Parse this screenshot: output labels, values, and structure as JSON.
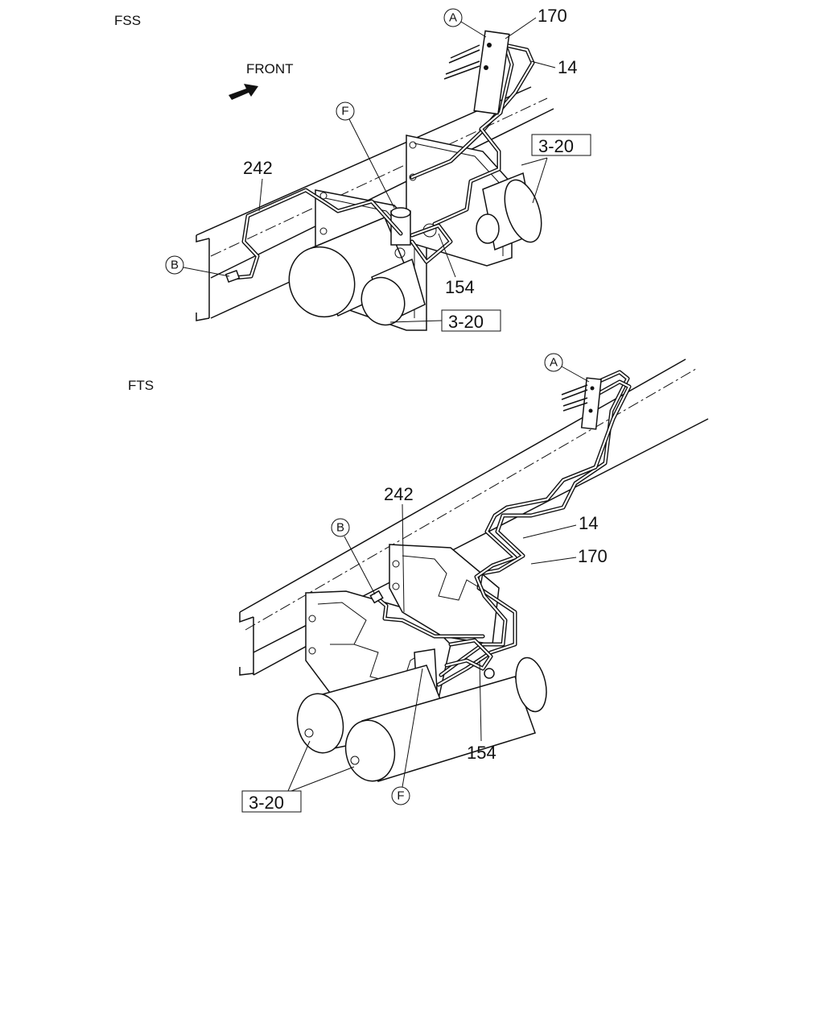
{
  "sections": {
    "fss": {
      "title": "FSS",
      "front_label": "FRONT",
      "callouts": {
        "c170": "170",
        "c14": "14",
        "c242": "242",
        "c154": "154",
        "ref1": "3-20",
        "ref2": "3-20"
      },
      "markers": {
        "a": "A",
        "b": "B",
        "f": "F"
      }
    },
    "fts": {
      "title": "FTS",
      "callouts": {
        "c242": "242",
        "c14": "14",
        "c170": "170",
        "c154": "154",
        "ref1": "3-20"
      },
      "markers": {
        "a": "A",
        "b": "B",
        "f": "F"
      }
    }
  }
}
